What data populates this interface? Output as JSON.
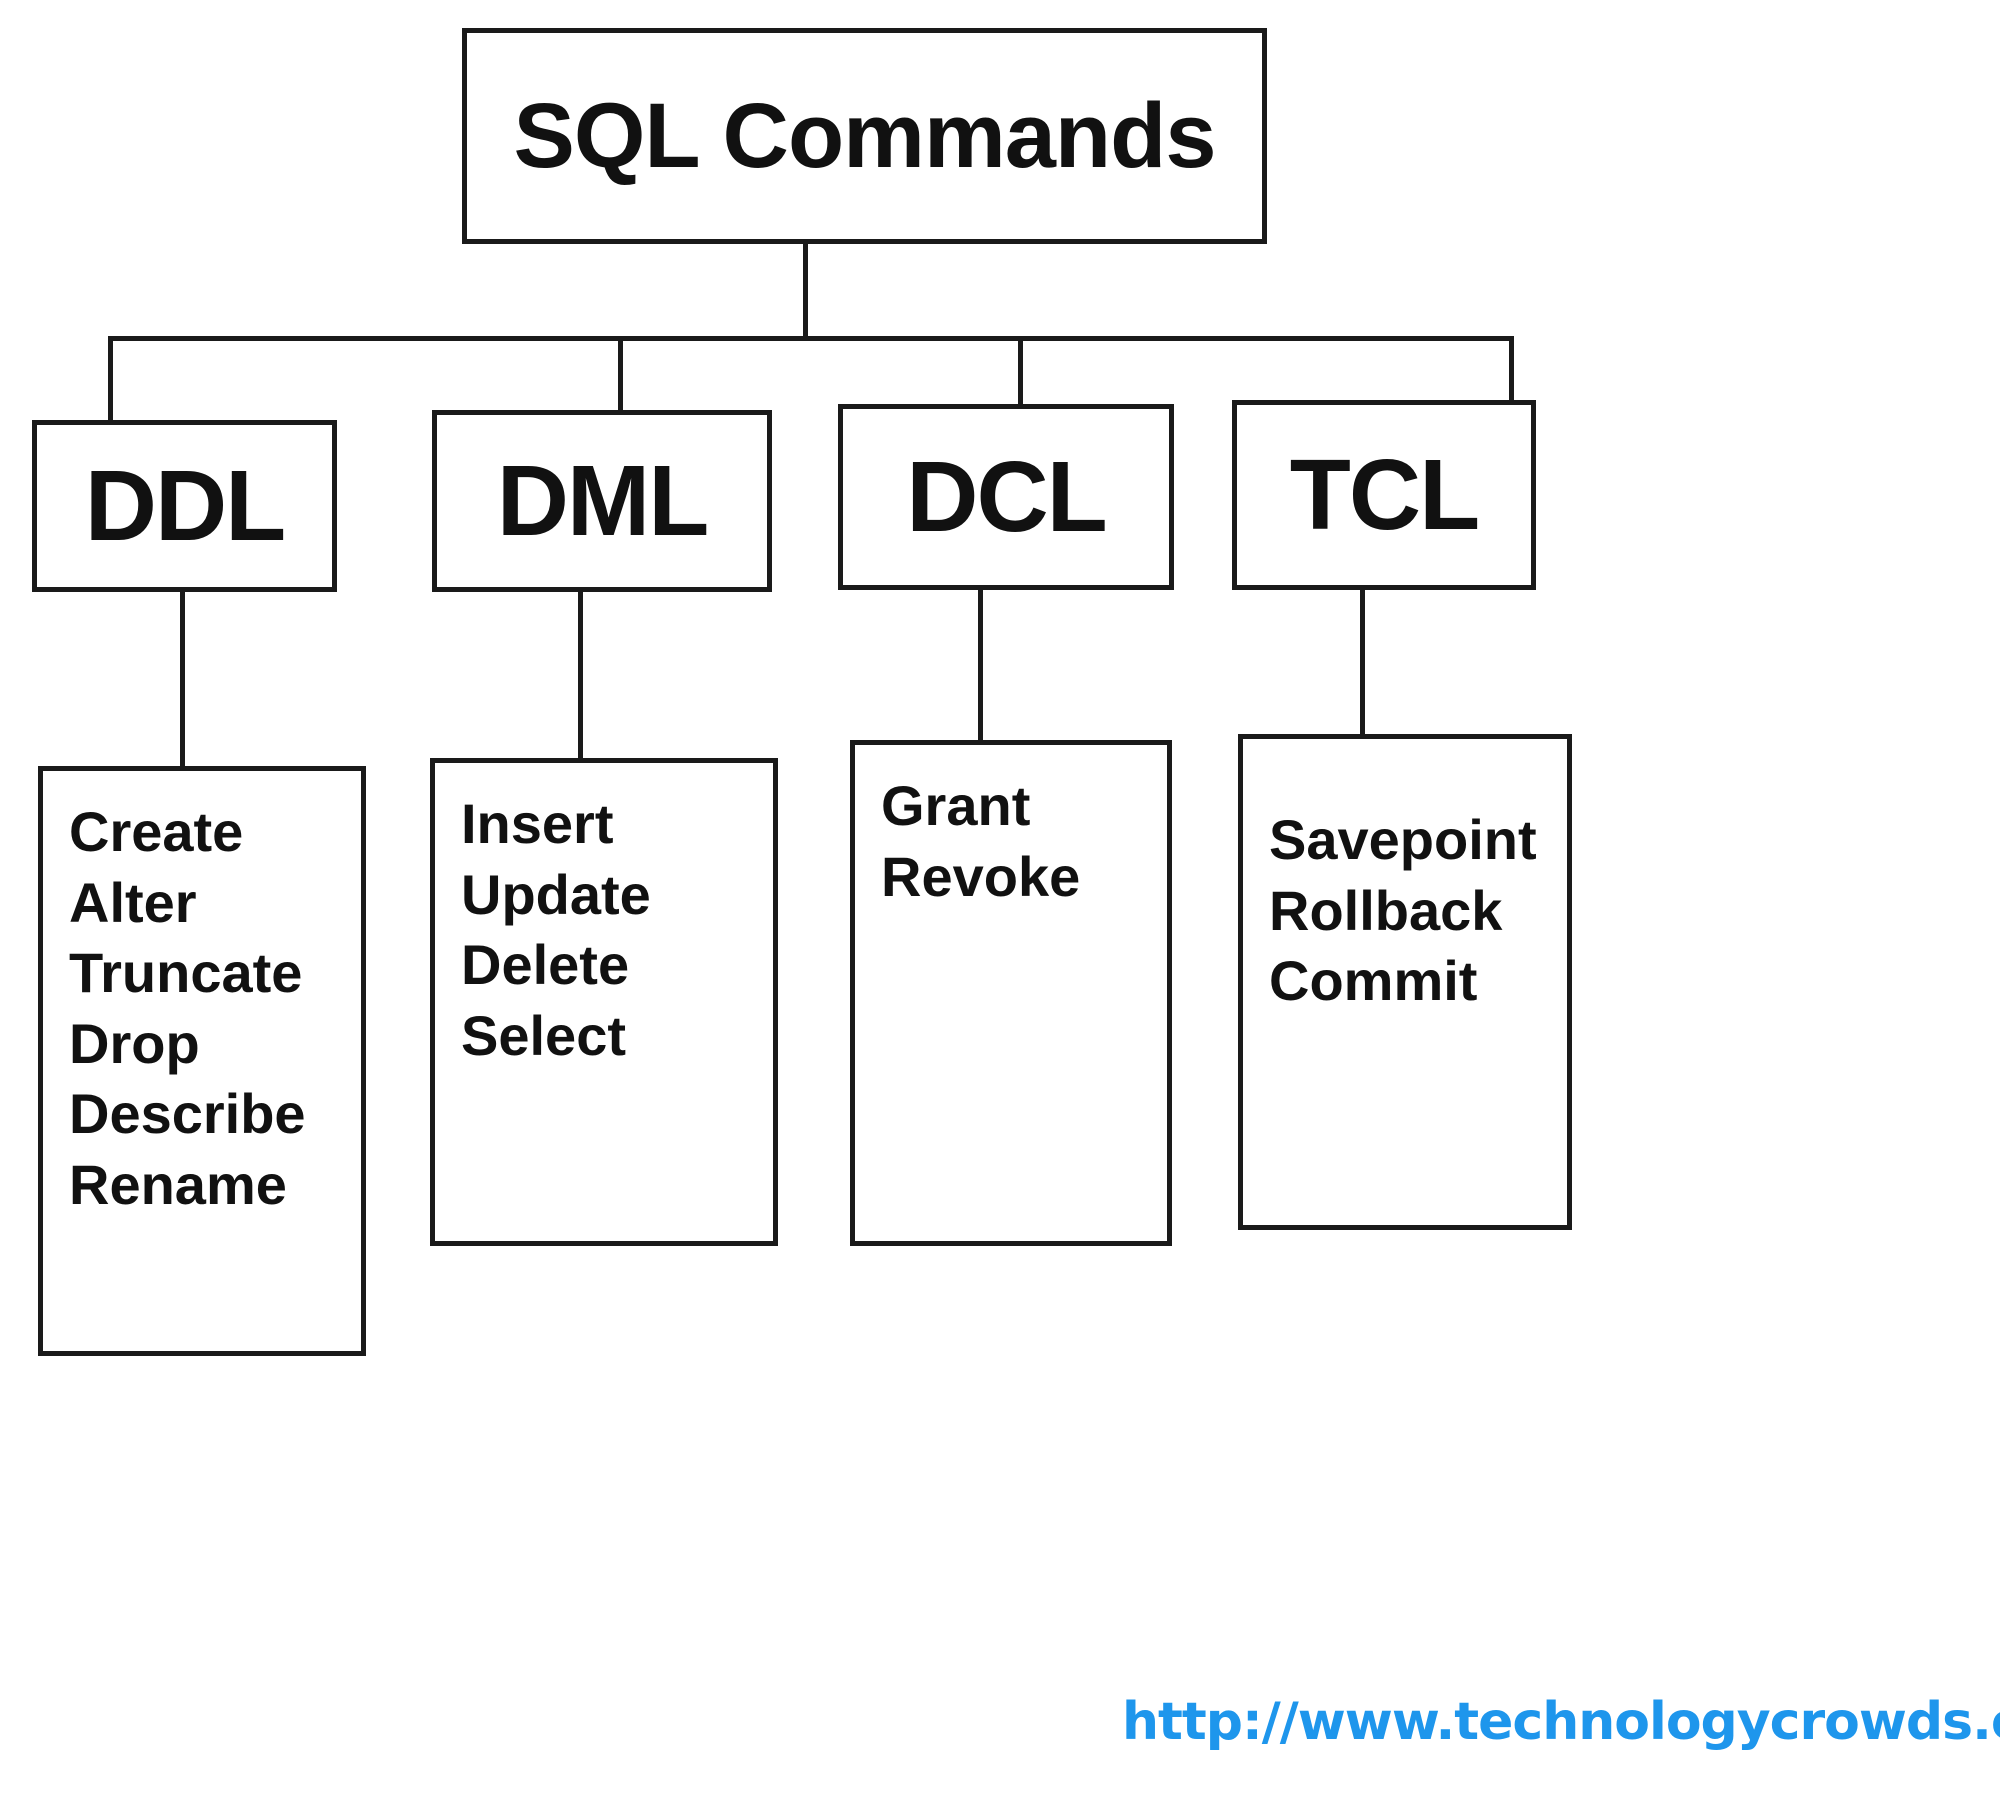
{
  "diagram": {
    "title": "SQL Commands",
    "root": {
      "label": "SQL Commands"
    },
    "categories": [
      {
        "key": "ddl",
        "label": "DDL",
        "commands": [
          "Create",
          "Alter",
          "Truncate",
          "Drop",
          "Describe",
          "Rename"
        ]
      },
      {
        "key": "dml",
        "label": "DML",
        "commands": [
          "Insert",
          "Update",
          "Delete",
          "Select"
        ]
      },
      {
        "key": "dcl",
        "label": "DCL",
        "commands": [
          "Grant",
          "Revoke"
        ]
      },
      {
        "key": "tcl",
        "label": "TCL",
        "commands": [
          "Savepoint",
          "Rollback",
          "Commit"
        ]
      }
    ],
    "watermark": {
      "url": "http://www.technologycrowds.com/"
    },
    "colors": {
      "stroke": "#1a1a1a",
      "text": "#111111",
      "background": "#ffffff",
      "watermark": "#1e96ec"
    }
  }
}
